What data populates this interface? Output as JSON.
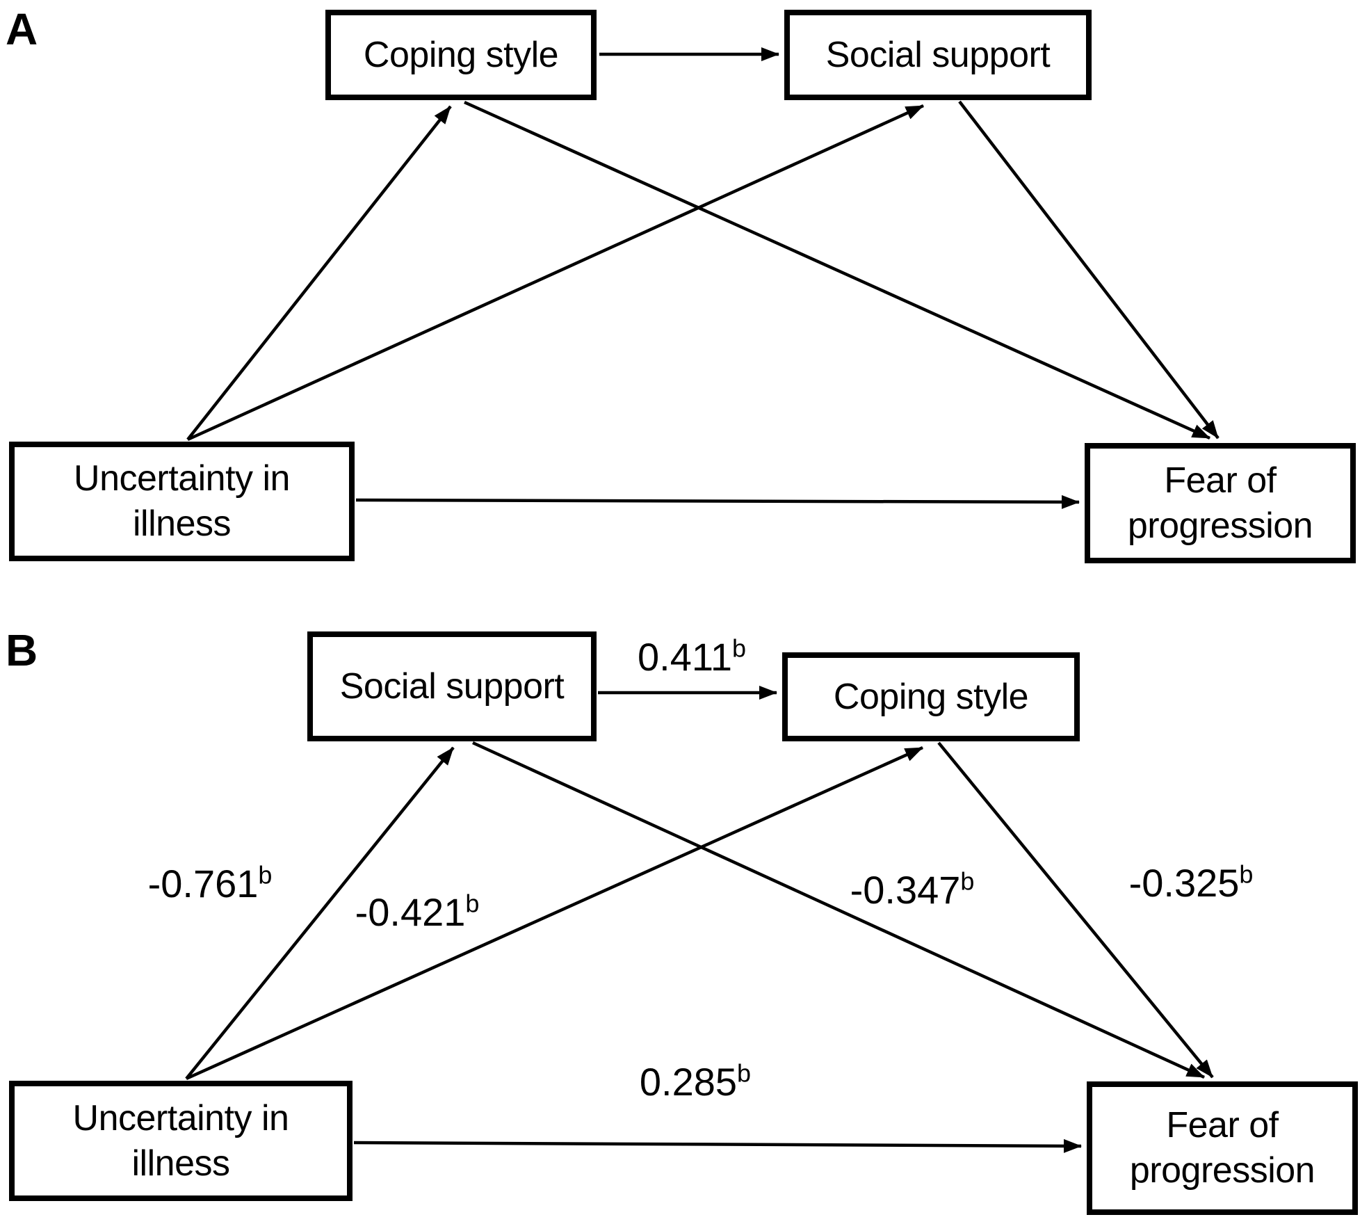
{
  "figure": {
    "type": "path-diagram",
    "background_color": "#ffffff",
    "line_color": "#000000",
    "box_border_color": "#000000",
    "panelA": {
      "label": "A",
      "nodes": {
        "coping": {
          "label": "Coping style"
        },
        "social": {
          "label": "Social support"
        },
        "uncertainty": {
          "line1": "Uncertainty in",
          "line2": "illness"
        },
        "fear": {
          "line1": "Fear of",
          "line2": "progression"
        }
      },
      "edges": {
        "coping_to_social": {
          "from": "Coping style",
          "to": "Social support",
          "value": "",
          "sup": ""
        },
        "uncertainty_to_coping": {
          "from": "Uncertainty in illness",
          "to": "Coping style",
          "value": "",
          "sup": ""
        },
        "uncertainty_to_social": {
          "from": "Uncertainty in illness",
          "to": "Social support",
          "value": "",
          "sup": ""
        },
        "coping_to_fear": {
          "from": "Coping style",
          "to": "Fear of progression",
          "value": "",
          "sup": ""
        },
        "social_to_fear": {
          "from": "Social support",
          "to": "Fear of progression",
          "value": "",
          "sup": ""
        },
        "uncertainty_to_fear": {
          "from": "Uncertainty in illness",
          "to": "Fear of progression",
          "value": "",
          "sup": ""
        }
      }
    },
    "panelB": {
      "label": "B",
      "nodes": {
        "social": {
          "label": "Social support"
        },
        "coping": {
          "label": "Coping style"
        },
        "uncertainty": {
          "line1": "Uncertainty in",
          "line2": "illness"
        },
        "fear": {
          "line1": "Fear of",
          "line2": "progression"
        }
      },
      "edges": {
        "social_to_coping": {
          "from": "Social support",
          "to": "Coping style",
          "value": "0.411",
          "sup": "b"
        },
        "uncertainty_to_social": {
          "from": "Uncertainty in illness",
          "to": "Social support",
          "value": "-0.761",
          "sup": "b"
        },
        "uncertainty_to_coping": {
          "from": "Uncertainty in illness",
          "to": "Coping style",
          "value": "-0.421",
          "sup": "b"
        },
        "social_to_fear": {
          "from": "Social support",
          "to": "Fear of progression",
          "value": "-0.347",
          "sup": "b"
        },
        "coping_to_fear": {
          "from": "Coping style",
          "to": "Fear of progression",
          "value": "-0.325",
          "sup": "b"
        },
        "uncertainty_to_fear": {
          "from": "Uncertainty in illness",
          "to": "Fear of progression",
          "value": "0.285",
          "sup": "b"
        }
      }
    }
  }
}
